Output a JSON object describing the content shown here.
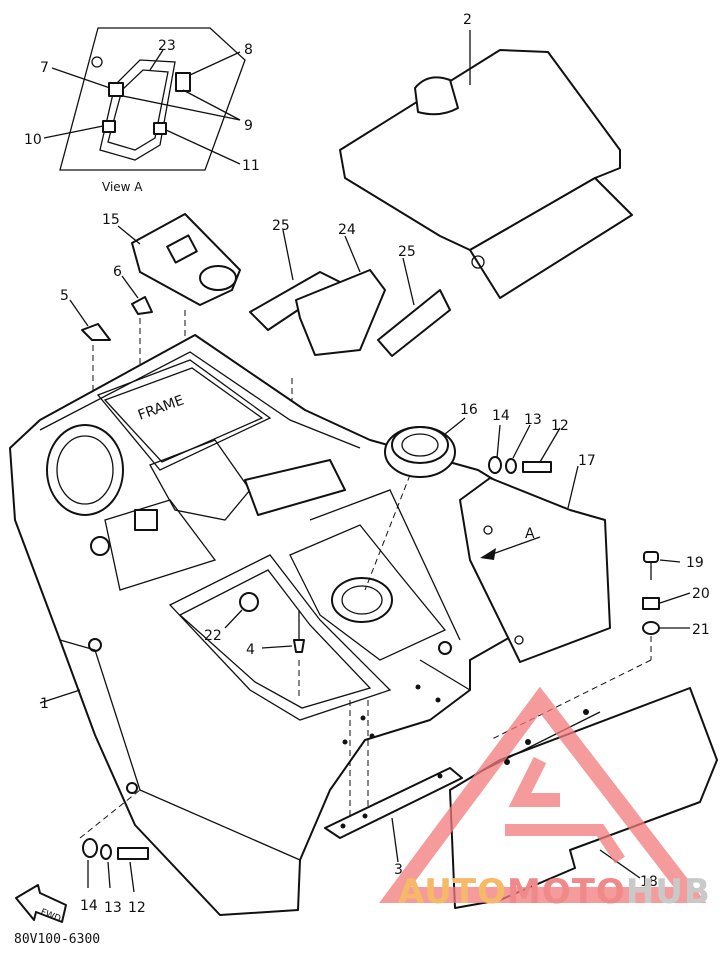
{
  "diagram": {
    "view_label": "View A",
    "part_code": "80V100-6300",
    "fwd_label": "FWD",
    "console_label": "FRAME",
    "callout_A": "A",
    "callouts": [
      "1",
      "2",
      "3",
      "4",
      "5",
      "6",
      "7",
      "8",
      "9",
      "10",
      "11",
      "12",
      "12",
      "13",
      "13",
      "14",
      "14",
      "15",
      "16",
      "17",
      "18",
      "19",
      "20",
      "21",
      "22",
      "23",
      "24",
      "25",
      "25"
    ]
  },
  "watermark": {
    "part1": "AUTO",
    "part2": "MOTO",
    "part3": "HUB",
    "colors": {
      "auto": "#f6b968",
      "moto": "#f08a8a",
      "hub": "#c9c9c9",
      "triangle": "#f27a7a"
    }
  }
}
